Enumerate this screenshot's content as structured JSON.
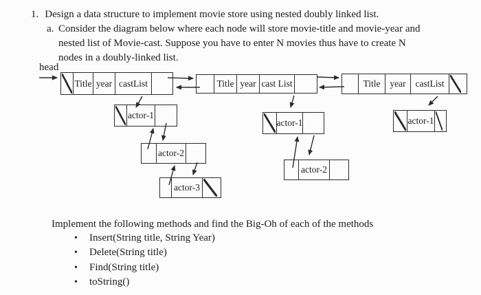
{
  "colors": {
    "ink": "#1c1c1c",
    "background": "#fcfcfc"
  },
  "problem": {
    "number": "1.",
    "statement": "Design a data structure to implement movie store using nested doubly linked list.",
    "sub_label": "a.",
    "sub_line1": "Consider the diagram below where each node will store movie-title and movie-year and",
    "sub_line2": "nested list of Movie-cast. Suppose you have to enter N movies thus have to create N",
    "sub_line3": "nodes in a doubly-linked list."
  },
  "diagram": {
    "head_label": "head",
    "movie_nodes": [
      {
        "title": "Title",
        "year": "year",
        "cast": "castList"
      },
      {
        "title": "Title",
        "year": "year",
        "cast": "cast List"
      },
      {
        "title": "Title",
        "year": "year",
        "cast": "castList"
      }
    ],
    "cast_nodes": {
      "m1a1": "actor-1",
      "m1a2": "actor-2",
      "m1a3": "actor-3",
      "m2a1": "actor-1",
      "m2a2": "actor-2",
      "m3a1": "actor-1"
    }
  },
  "tasks": {
    "intro": "Implement the following methods and find the Big-Oh of each of the methods",
    "bullet": "•",
    "methods": [
      "Insert(String title, String Year)",
      "Delete(String title)",
      "Find(String title)",
      "toString()"
    ]
  }
}
